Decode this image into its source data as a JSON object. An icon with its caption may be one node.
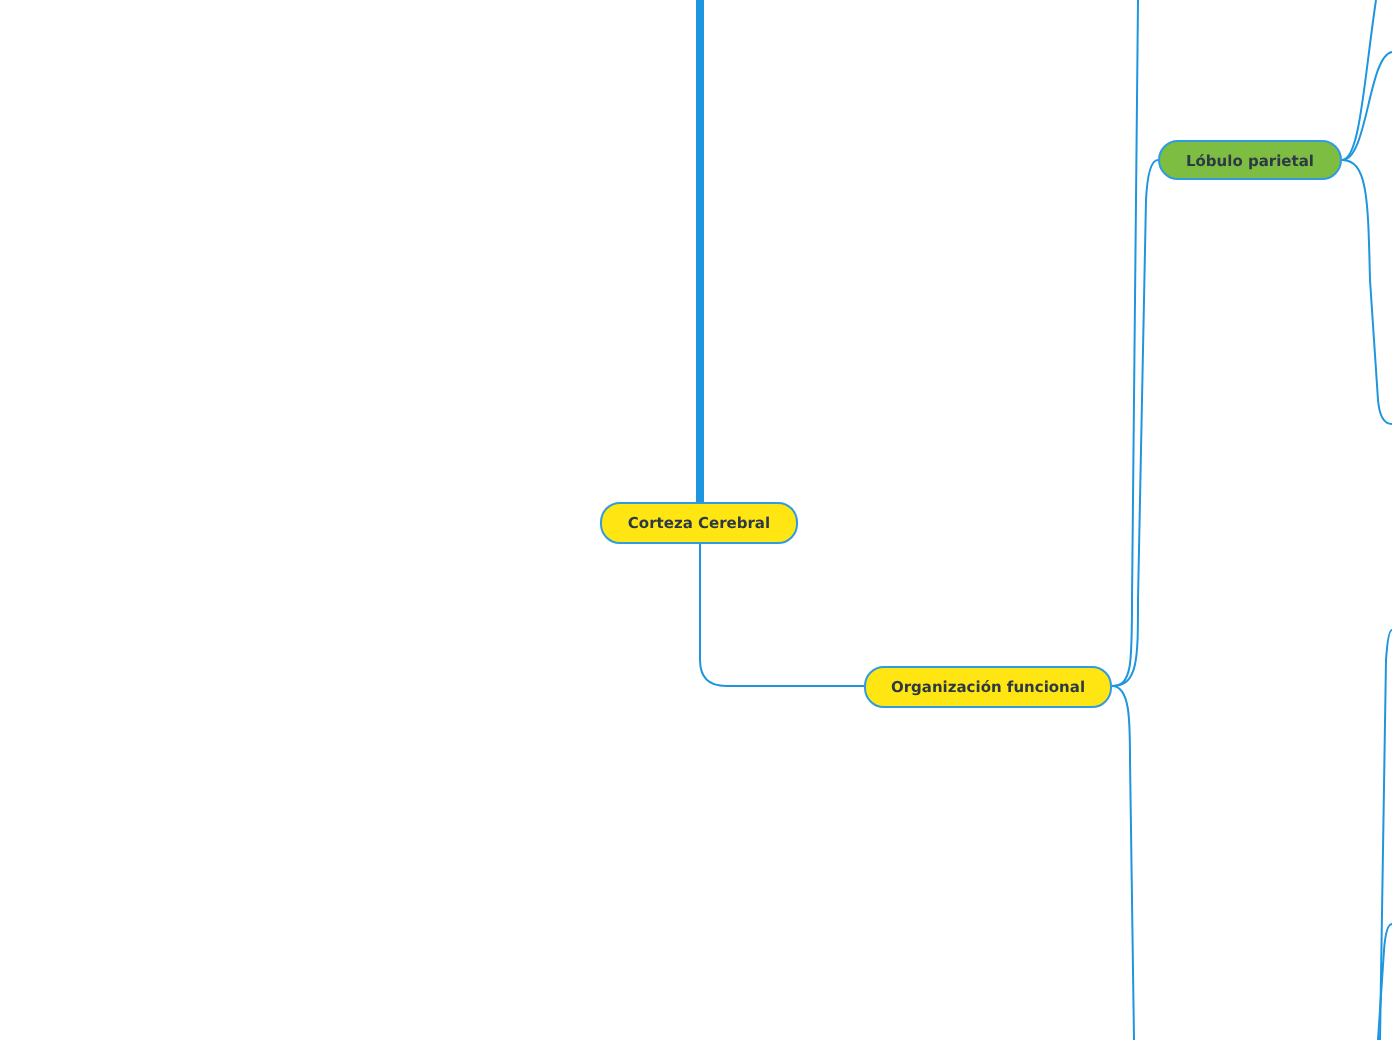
{
  "diagram": {
    "nodes": [
      {
        "text": [
          "Corteza Cerebral"
        ]
      },
      {
        "text": [
          "Organización funcional"
        ]
      },
      {
        "text": [
          "Lóbulo parietal"
        ]
      }
    ],
    "edges": [
      {
        "from": 0,
        "to": null,
        "arrow": "none",
        "style": "thick"
      },
      {
        "from": 0,
        "to": 1,
        "arrow": "none"
      },
      {
        "from": 1,
        "to": null,
        "arrow": "none"
      },
      {
        "from": 1,
        "to": 2,
        "arrow": "none"
      },
      {
        "from": 1,
        "to": null,
        "arrow": "none"
      },
      {
        "from": 2,
        "to": null,
        "arrow": "none"
      },
      {
        "from": 2,
        "to": null,
        "arrow": "none"
      },
      {
        "from": 2,
        "to": null,
        "arrow": "none"
      }
    ]
  }
}
